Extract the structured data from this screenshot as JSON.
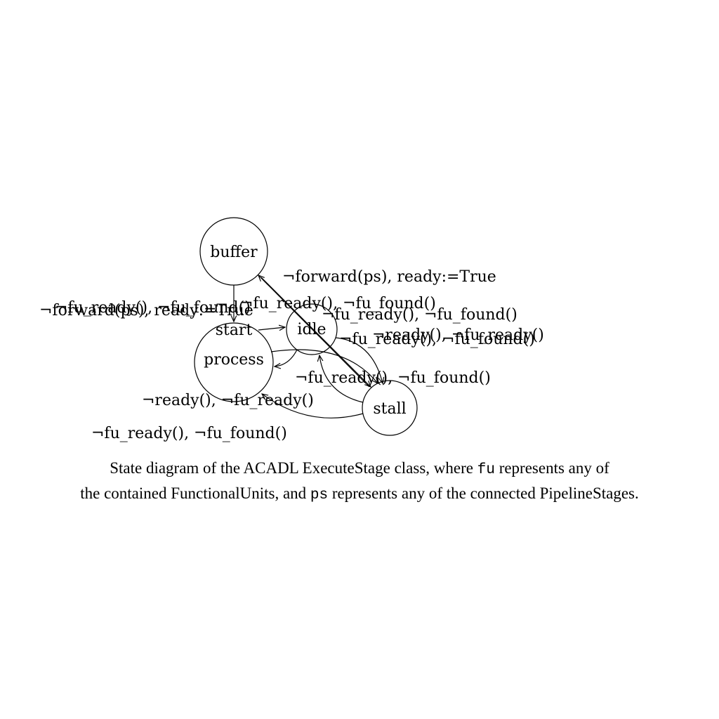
{
  "diagram": {
    "states": {
      "buffer": "buffer",
      "start": "start",
      "idle": "idle",
      "process": "process",
      "stall": "stall"
    },
    "edge_labels": {
      "buffer_idle": "¬forward(ps), ready:=True",
      "buffer_process": "¬forward(ps), ready:=True",
      "start_idle": "¬fu_ready(), ¬fu_found()",
      "idle_process": "¬fu_ready(), ¬fu_found()",
      "idle_stall": "¬fu_ready(), ¬fu_found()",
      "idle_stall_b": "¬fu_ready(), ¬fu_found()",
      "stall_idle": "¬fu_ready(), ¬fu_found()",
      "stall_process_upper": "¬ready(), ¬fu_ready()",
      "stall_process_lower": "¬ready(), ¬fu_ready()",
      "process_stall": "¬fu_ready(), ¬fu_found()"
    }
  },
  "caption": {
    "line1_a": "State diagram of the ACADL ExecuteStage class, where ",
    "line1_code": "fu",
    "line1_b": " represents any of",
    "line2_a": "the contained FunctionalUnits, and ",
    "line2_code": "ps",
    "line2_b": " represents any of the connected PipelineStages."
  }
}
